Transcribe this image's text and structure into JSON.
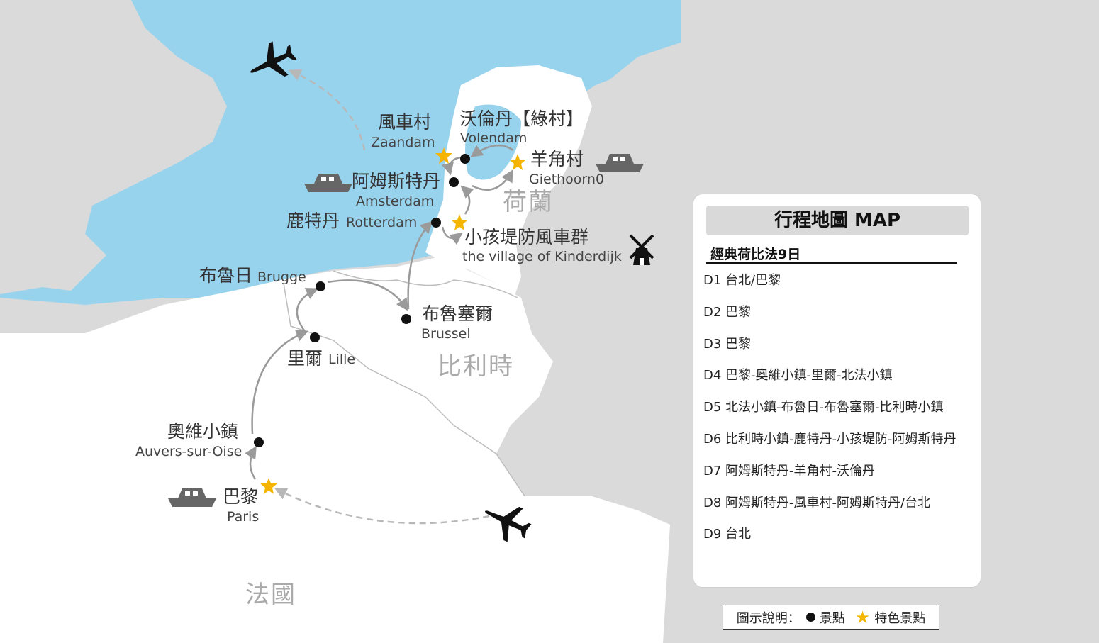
{
  "colors": {
    "sea": "#98d3ee",
    "land_other": "#dadada",
    "land_route": "#ffffff",
    "route": "#9a9a9a",
    "star": "#f5b400",
    "dot": "#111111",
    "icon": "#666666"
  },
  "countries": {
    "netherlands": "荷蘭",
    "belgium": "比利時",
    "france": "法國"
  },
  "places": {
    "zaandam_zh": "風車村",
    "zaandam_en": "Zaandam",
    "volendam_zh": "沃倫丹【綠村】",
    "volendam_en": "Volendam",
    "giethoorn_zh": "羊角村",
    "giethoorn_en": "Giethoorn0",
    "amsterdam_zh": "阿姆斯特丹",
    "amsterdam_en": "Amsterdam",
    "rotterdam_zh": "鹿特丹",
    "rotterdam_en": "Rotterdam",
    "kinderdijk_zh": "小孩堤防風車群",
    "kinderdijk_en_prefix": "the village of",
    "kinderdijk_en_name": "Kinderdijk",
    "brugge_zh": "布魯日",
    "brugge_en": "Brugge",
    "brussel_zh": "布魯塞爾",
    "brussel_en": "Brussel",
    "lille_zh": "里爾",
    "lille_en": "Lille",
    "auvers_zh": "奧維小鎮",
    "auvers_en": "Auvers-sur-Oise",
    "paris_zh": "巴黎",
    "paris_en": "Paris"
  },
  "panel": {
    "title": "行程地圖 MAP",
    "subtitle": "經典荷比法9日",
    "days": [
      "D1 台北/巴黎",
      "D2 巴黎",
      "D3 巴黎",
      "D4 巴黎-奧維小鎮-里爾-北法小鎮",
      "D5 北法小鎮-布魯日-布魯塞爾-比利時小鎮",
      "D6 比利時小鎮-鹿特丹-小孩堤防-阿姆斯特丹",
      "D7 阿姆斯特丹-羊角村-沃倫丹",
      "D8 阿姆斯特丹-風車村-阿姆斯特丹/台北",
      "D9 台北"
    ]
  },
  "legend": {
    "prefix": "圖示說明：",
    "attraction": "景點",
    "featured": "特色景點"
  },
  "icons": [
    "airplane-icon",
    "boat-icon",
    "windmill-icon",
    "dot-marker-icon",
    "star-marker-icon"
  ]
}
